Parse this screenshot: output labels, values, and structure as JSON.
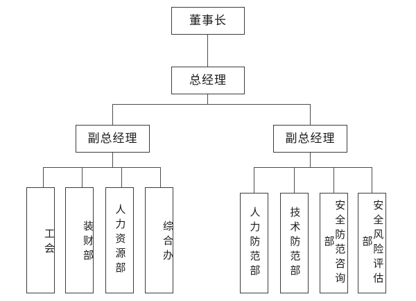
{
  "chart": {
    "title": "",
    "type": "org-chart",
    "background_color": "#ffffff",
    "line_color": "#4a4a4a",
    "box_border_color": "#3a3a3a",
    "text_color": "#1a1a1a"
  },
  "nodes": {
    "chairman": {
      "label": "董事长",
      "level": 1
    },
    "general_manager": {
      "label": "总经理",
      "level": 2
    },
    "deputy_left": {
      "label": "副总经理",
      "level": 3
    },
    "deputy_right": {
      "label": "副总经理",
      "level": 3
    }
  },
  "left_departments": [
    {
      "label": "工会"
    },
    {
      "label": "装财部"
    },
    {
      "label": "人力资源部"
    },
    {
      "label": "综合办"
    }
  ],
  "right_departments": [
    {
      "label": "人力防范部"
    },
    {
      "label": "技术防范部"
    },
    {
      "label": "安全防范咨询部"
    },
    {
      "label": "安全风险评估部"
    }
  ]
}
